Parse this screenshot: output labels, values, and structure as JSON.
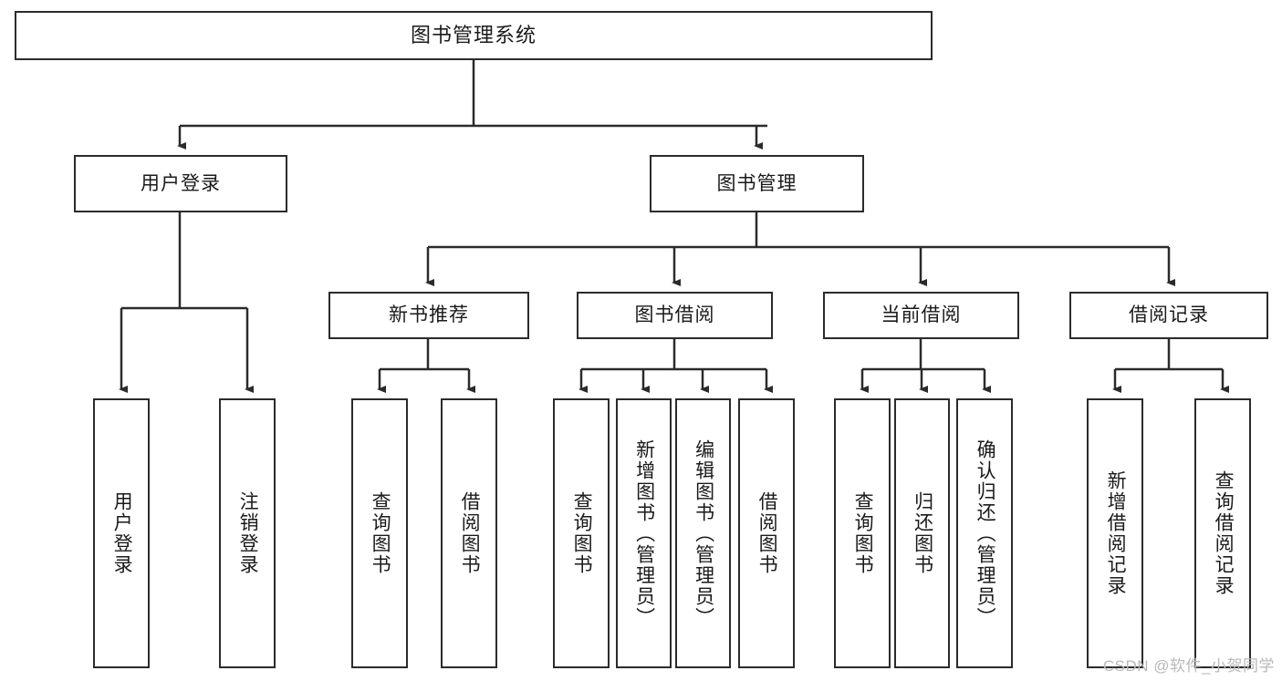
{
  "diagram": {
    "type": "tree-hierarchy",
    "title": "图书管理系统",
    "orientation": "top-down",
    "watermark": "CSDN @软件_小贺同学",
    "style": {
      "box_fill": "#ffffff",
      "box_border": "#2b2b2b",
      "line_color": "#2b2b2b",
      "text_color": "#1a1a1a",
      "watermark_color": "#b8b8b8",
      "background": "#ffffff"
    },
    "nodes": {
      "root": {
        "label": "图书管理系统",
        "level": 1
      },
      "user_login": {
        "label": "用户登录",
        "level": 2
      },
      "book_manage": {
        "label": "图书管理",
        "level": 2
      },
      "new_book_rec": {
        "label": "新书推荐",
        "level": 3
      },
      "book_borrow": {
        "label": "图书借阅",
        "level": 3
      },
      "current_borrow": {
        "label": "当前借阅",
        "level": 3
      },
      "borrow_record": {
        "label": "借阅记录",
        "level": 3
      },
      "leaf_user_login": {
        "label": "用户登录",
        "level": 3
      },
      "leaf_user_logout": {
        "label": "注销登录",
        "level": 3
      },
      "leaf_query_book_1": {
        "label": "查询图书",
        "level": 4
      },
      "leaf_borrow_book_1": {
        "label": "借阅图书",
        "level": 4
      },
      "leaf_query_book_2": {
        "label": "查询图书",
        "level": 4
      },
      "leaf_add_book": {
        "label": "新增图书（管理员）",
        "level": 4
      },
      "leaf_edit_book": {
        "label": "编辑图书（管理员）",
        "level": 4
      },
      "leaf_borrow_book_2": {
        "label": "借阅图书",
        "level": 4
      },
      "leaf_query_book_3": {
        "label": "查询图书",
        "level": 4
      },
      "leaf_return_book": {
        "label": "归还图书",
        "level": 4
      },
      "leaf_confirm_return": {
        "label": "确认归还（管理员）",
        "level": 4
      },
      "leaf_add_record": {
        "label": "新增借阅记录",
        "level": 4
      },
      "leaf_query_record": {
        "label": "查询借阅记录",
        "level": 4
      }
    },
    "edges": [
      {
        "from": "root",
        "to": "user_login"
      },
      {
        "from": "root",
        "to": "book_manage"
      },
      {
        "from": "user_login",
        "to": "leaf_user_login"
      },
      {
        "from": "user_login",
        "to": "leaf_user_logout"
      },
      {
        "from": "book_manage",
        "to": "new_book_rec"
      },
      {
        "from": "book_manage",
        "to": "book_borrow"
      },
      {
        "from": "book_manage",
        "to": "current_borrow"
      },
      {
        "from": "book_manage",
        "to": "borrow_record"
      },
      {
        "from": "new_book_rec",
        "to": "leaf_query_book_1"
      },
      {
        "from": "new_book_rec",
        "to": "leaf_borrow_book_1"
      },
      {
        "from": "book_borrow",
        "to": "leaf_query_book_2"
      },
      {
        "from": "book_borrow",
        "to": "leaf_add_book"
      },
      {
        "from": "book_borrow",
        "to": "leaf_edit_book"
      },
      {
        "from": "book_borrow",
        "to": "leaf_borrow_book_2"
      },
      {
        "from": "current_borrow",
        "to": "leaf_query_book_3"
      },
      {
        "from": "current_borrow",
        "to": "leaf_return_book"
      },
      {
        "from": "current_borrow",
        "to": "leaf_confirm_return"
      },
      {
        "from": "borrow_record",
        "to": "leaf_add_record"
      },
      {
        "from": "borrow_record",
        "to": "leaf_query_record"
      }
    ]
  }
}
